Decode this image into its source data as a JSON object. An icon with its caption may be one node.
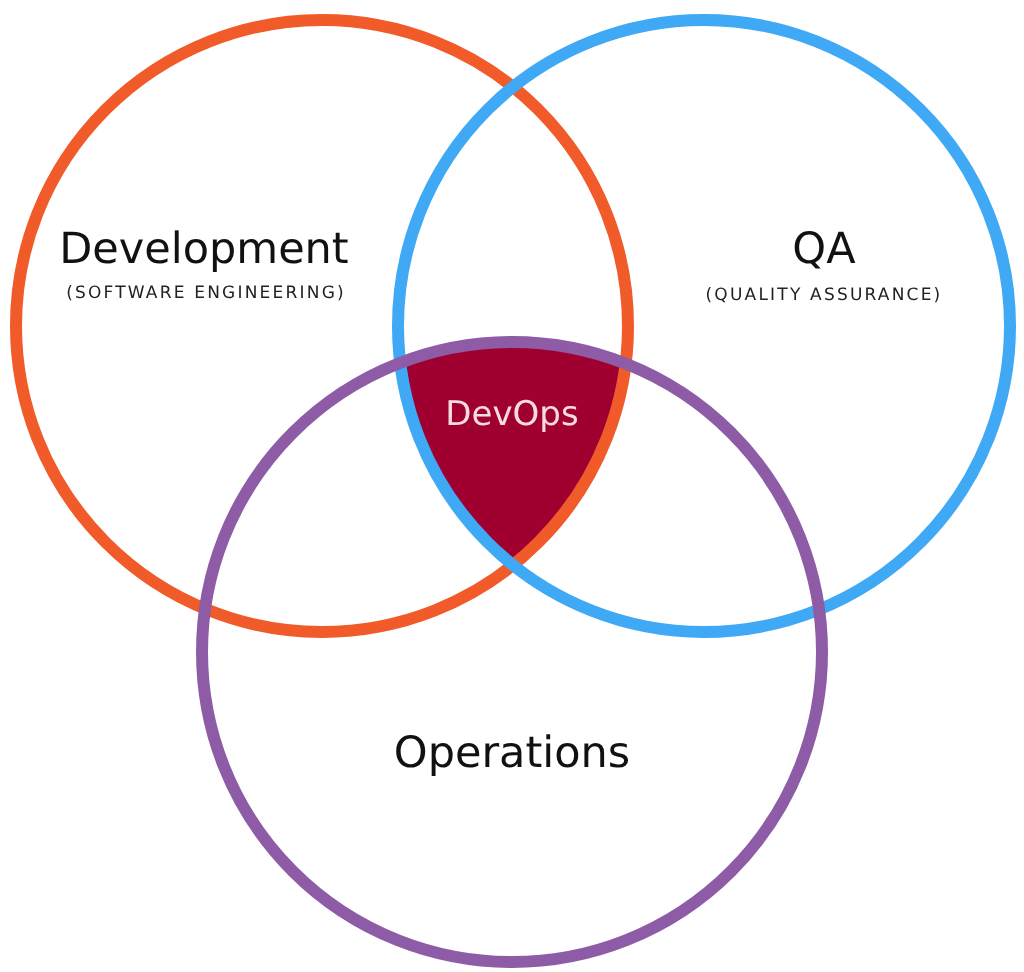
{
  "diagram": {
    "nodes": [
      {
        "text": [
          "Development",
          "(SOFTWARE ENGINEERING)"
        ]
      },
      {
        "text": [
          "QA",
          "(QUALITY ASSURANCE)"
        ]
      },
      {
        "text": [
          "DevOps"
        ]
      },
      {
        "text": [
          "Operations"
        ]
      }
    ]
  }
}
